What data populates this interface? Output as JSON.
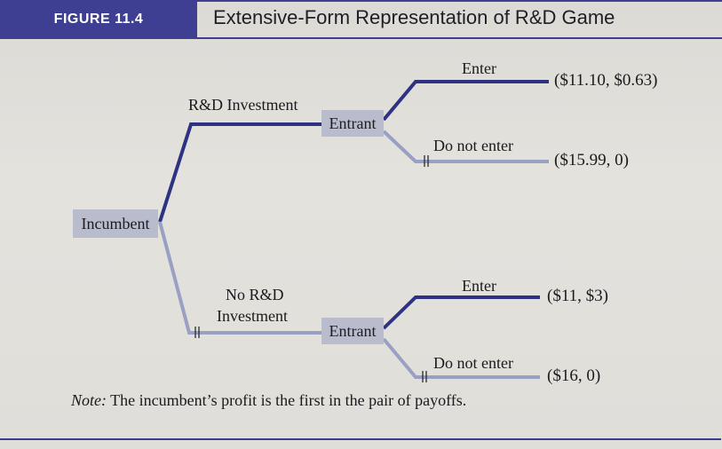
{
  "figure": {
    "tag": "FIGURE 11.4",
    "title": "Extensive-Form Representation of R&D Game"
  },
  "tree": {
    "root": "Incumbent",
    "upper_branch": "R&D Investment",
    "lower_branch_line1": "No R&D",
    "lower_branch_line2": "Investment",
    "upper_node": "Entrant",
    "lower_node": "Entrant",
    "upper_enter": "Enter",
    "upper_not_enter": "Do not enter",
    "lower_enter": "Enter",
    "lower_not_enter": "Do not enter",
    "payoff_1": "($11.10, $0.63)",
    "payoff_2": "($15.99, 0)",
    "payoff_3": "($11, $3)",
    "payoff_4": "($16, 0)"
  },
  "note": {
    "label": "Note:",
    "text": " The incumbent’s profit is the first in the pair of payoffs."
  },
  "colors": {
    "equilibrium_path": "#2e3282",
    "off_path": "#9a9fc4",
    "banner": "#3e3f92"
  }
}
